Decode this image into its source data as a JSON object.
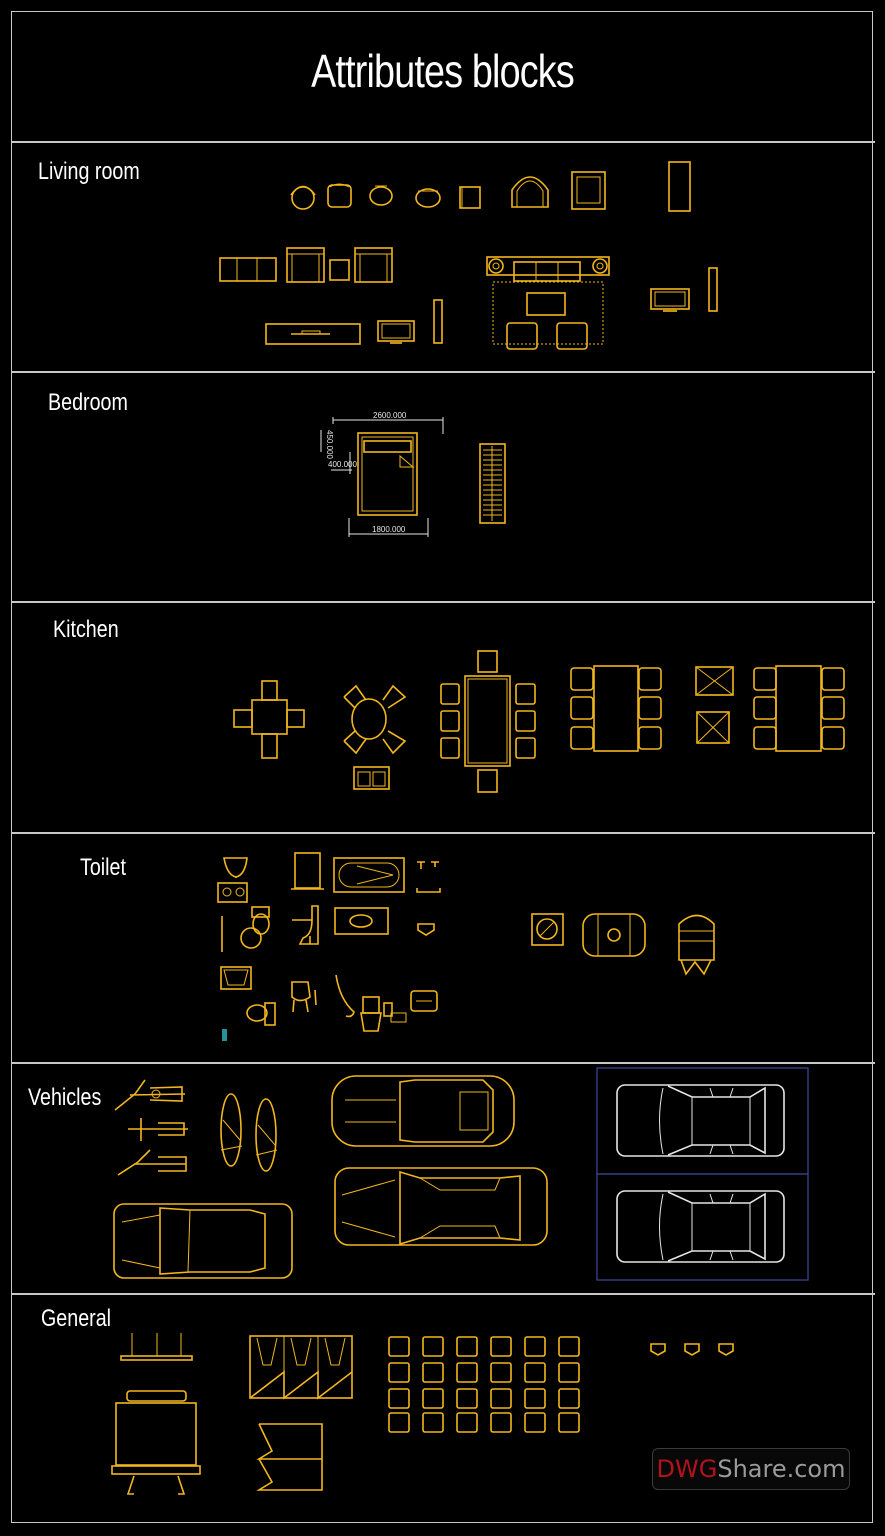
{
  "title": "Attributes blocks",
  "colors": {
    "background": "#000000",
    "frame": "#c8c8c8",
    "block_lines": "#f2b61e",
    "white_lines": "#e6e6e6",
    "blue_frame": "#3d4a9c",
    "logo_red": "#b3121c",
    "logo_gray": "#9a9a9a"
  },
  "sections": [
    {
      "id": "living-room",
      "label": "Living room"
    },
    {
      "id": "bedroom",
      "label": "Bedroom"
    },
    {
      "id": "kitchen",
      "label": "Kitchen"
    },
    {
      "id": "toilet",
      "label": "Toilet"
    },
    {
      "id": "vehicles",
      "label": "Vehicles"
    },
    {
      "id": "general",
      "label": "General"
    }
  ],
  "bedroom_dimensions": {
    "top_width": "2600.000",
    "side_height": "450.000",
    "pillow_offset": "400.000",
    "bottom_width": "1800.000"
  },
  "watermark": {
    "red_part": "DWG",
    "gray_part": "Share.com"
  }
}
